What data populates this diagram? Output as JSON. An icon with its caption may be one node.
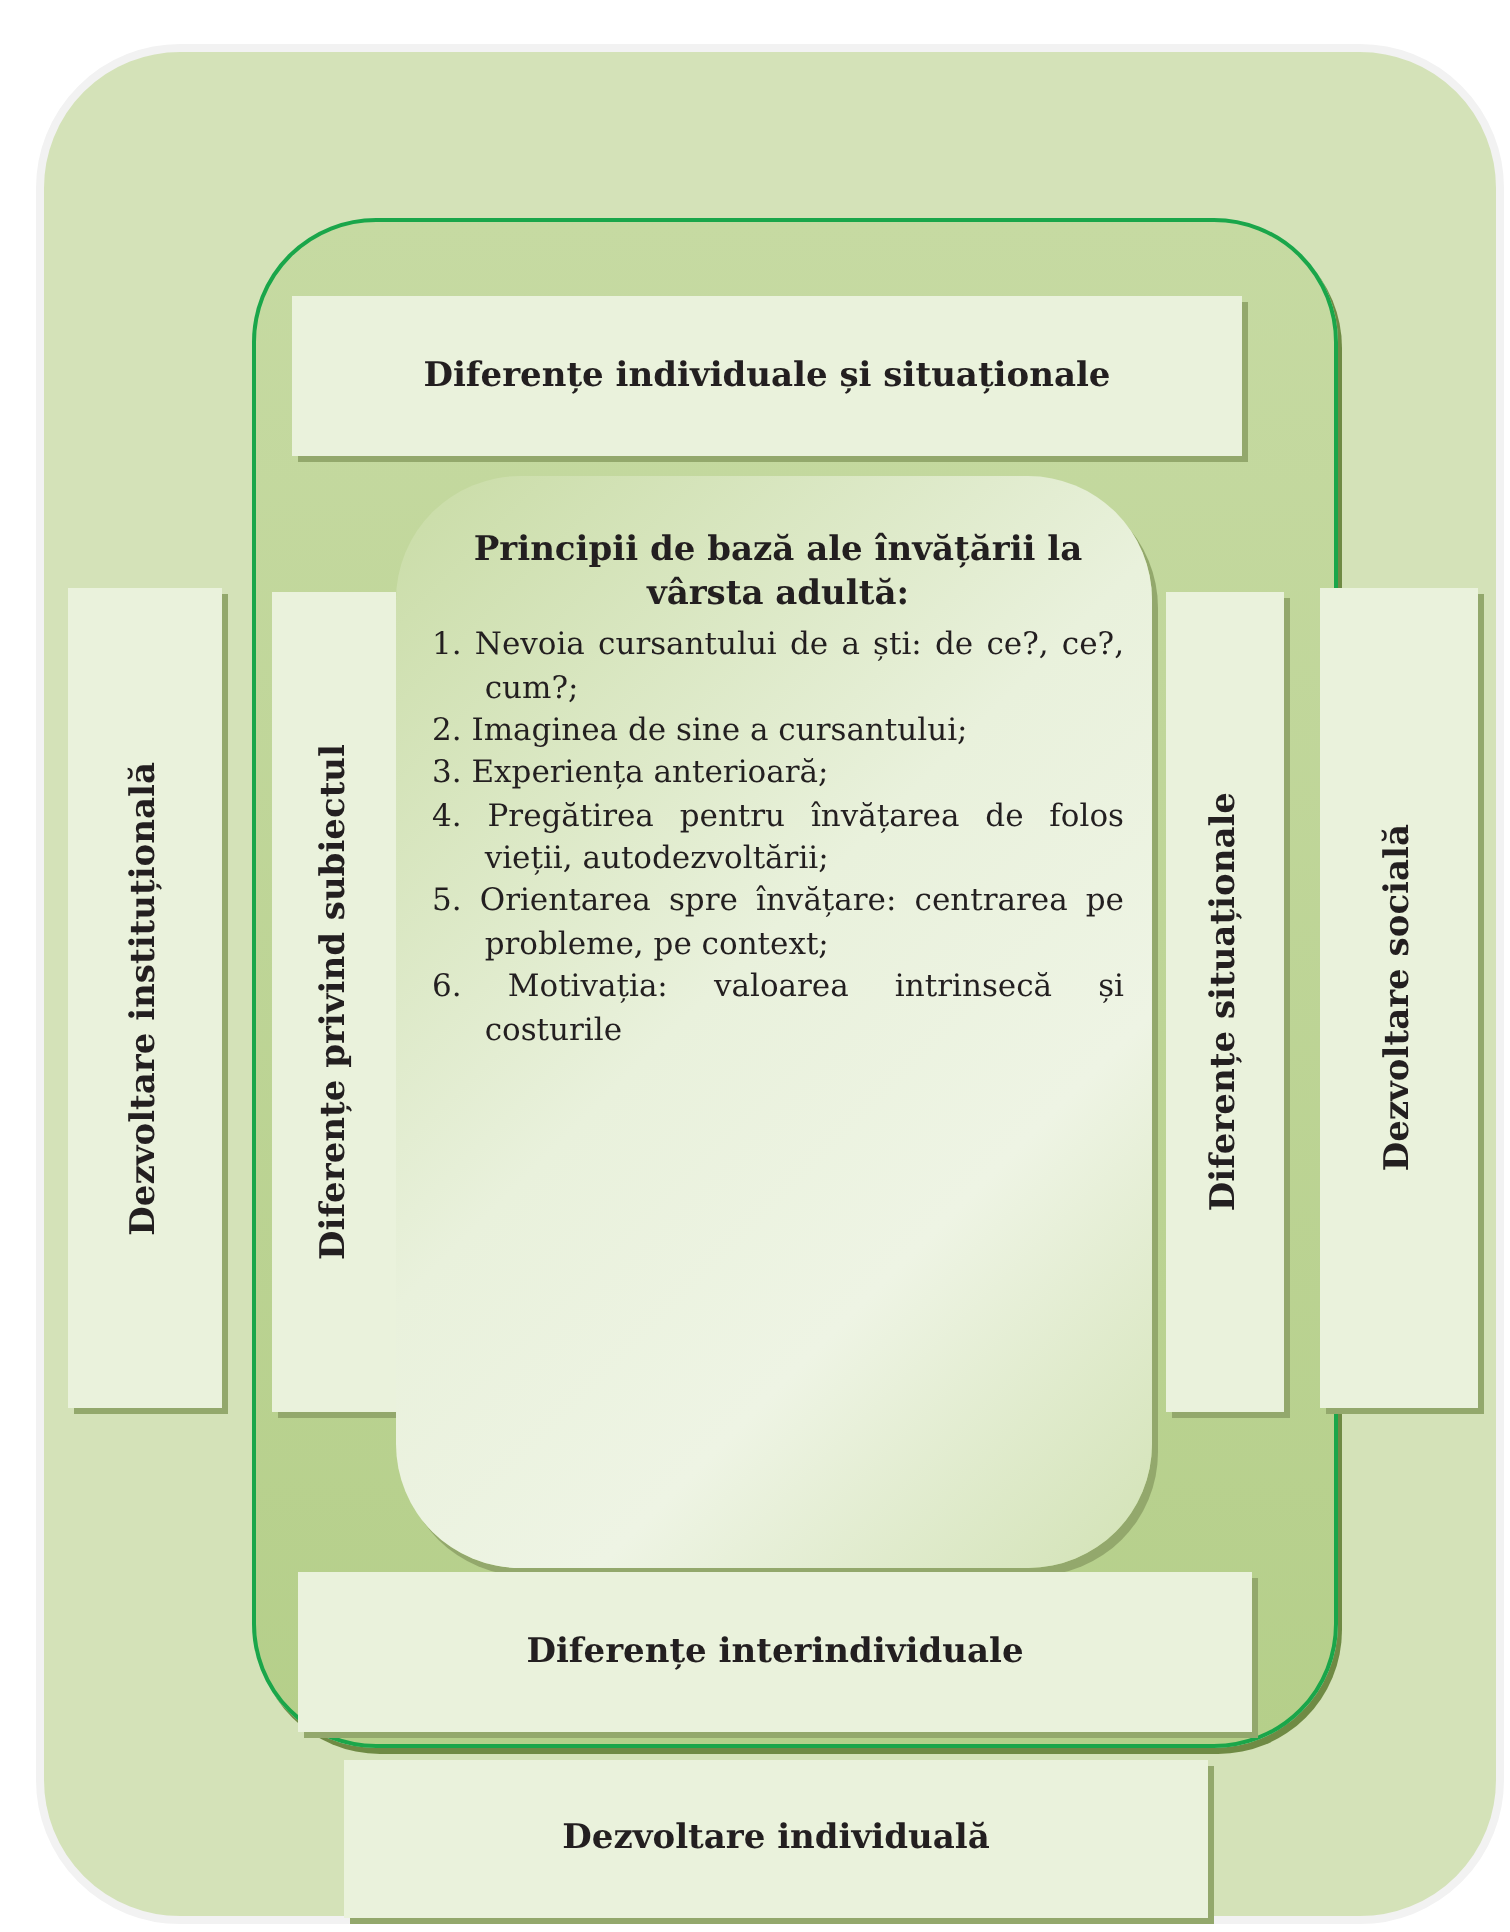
{
  "diagram": {
    "nodes": [
      {
        "text": [],
        "shape": "box"
      },
      {
        "text": [],
        "shape": "box",
        "in": 0
      },
      {
        "text": [
          "Diferențe individuale și situaționale"
        ],
        "in": 1
      },
      {
        "text": [
          "Diferențe privind subiectul"
        ],
        "in": 1
      },
      {
        "text": [
          "Principii de bază ale învățării la vârsta adultă:",
          "1. Nevoia cursantului de a ști: de ce?, ce?, cum?;",
          "2. Imaginea de sine a cursantului;",
          "3. Experiența anterioară;",
          "4. Pregătirea pentru învățarea de folos vieții, autodezvoltării;",
          "5. Orientarea spre învățare: centrarea pe probleme, pe context;",
          "6. Motivația: valoarea intrinsecă și costurile"
        ],
        "in": 1
      },
      {
        "text": [
          "Diferențe situaționale"
        ],
        "in": 1
      },
      {
        "text": [
          "Diferențe interindividuale"
        ],
        "in": 1
      },
      {
        "text": [
          "Dezvoltare instituțională"
        ],
        "in": 0
      },
      {
        "text": [
          "Dezvoltare socială"
        ],
        "in": 0
      },
      {
        "text": [
          "Dezvoltare individuală"
        ],
        "in": 0
      }
    ]
  }
}
